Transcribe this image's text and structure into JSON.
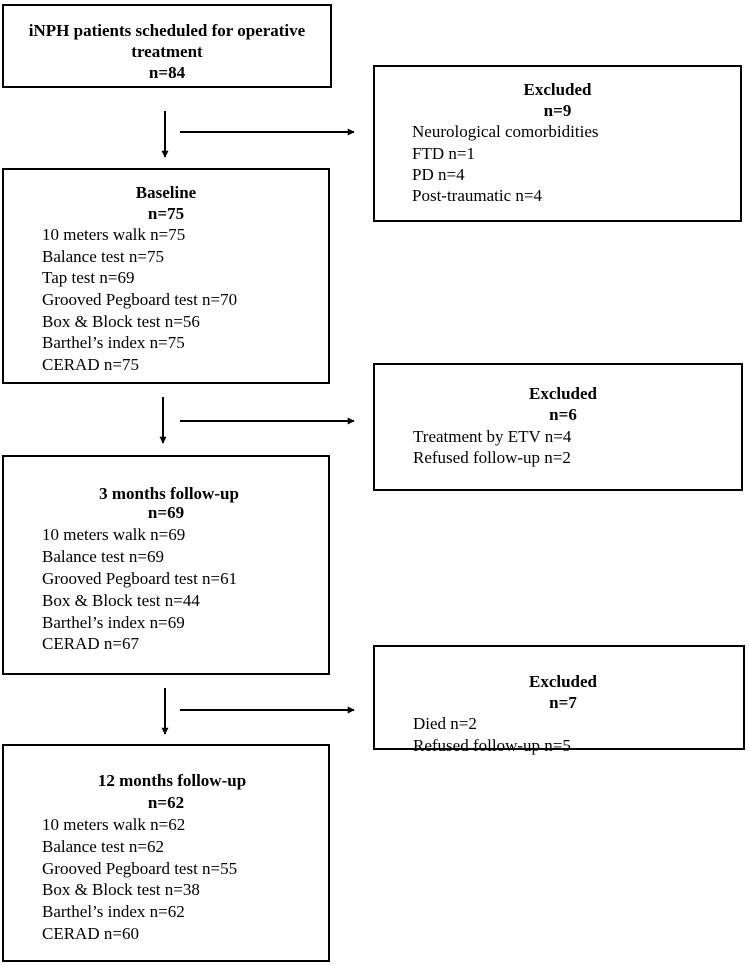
{
  "start": {
    "title_line1": "iNPH patients scheduled for operative",
    "title_line2": "treatment",
    "count": "n=84"
  },
  "excluded_1": {
    "title": "Excluded",
    "count": "n=9",
    "items": [
      "Neurological comorbidities",
      "FTD n=1",
      "PD n=4",
      "Post-traumatic n=4"
    ]
  },
  "baseline": {
    "title": "Baseline",
    "count": "n=75",
    "items": [
      "10 meters walk n=75",
      "Balance test n=75",
      "Tap test n=69",
      "Grooved Pegboard test n=70",
      "Box & Block test n=56",
      "Barthel’s index n=75",
      "CERAD n=75"
    ]
  },
  "excluded_2": {
    "title": "Excluded",
    "count": "n=6",
    "items": [
      "Treatment by ETV n=4",
      "Refused follow-up n=2"
    ]
  },
  "followup_3": {
    "title": "3 months follow-up",
    "count": "n=69",
    "items": [
      "10 meters walk n=69",
      "Balance test n=69",
      "Grooved Pegboard test n=61",
      "Box & Block test n=44",
      "Barthel’s index n=69",
      "CERAD n=67"
    ]
  },
  "excluded_3": {
    "title": "Excluded",
    "count": "n=7",
    "items": [
      "Died n=2",
      "Refused follow-up n=5"
    ]
  },
  "followup_12": {
    "title": "12 months follow-up",
    "count": "n=62",
    "items": [
      "10 meters walk n=62",
      "Balance test n=62",
      "Grooved Pegboard test n=55",
      "Box & Block test n=38",
      "Barthel’s index n=62",
      "CERAD n=60"
    ]
  }
}
